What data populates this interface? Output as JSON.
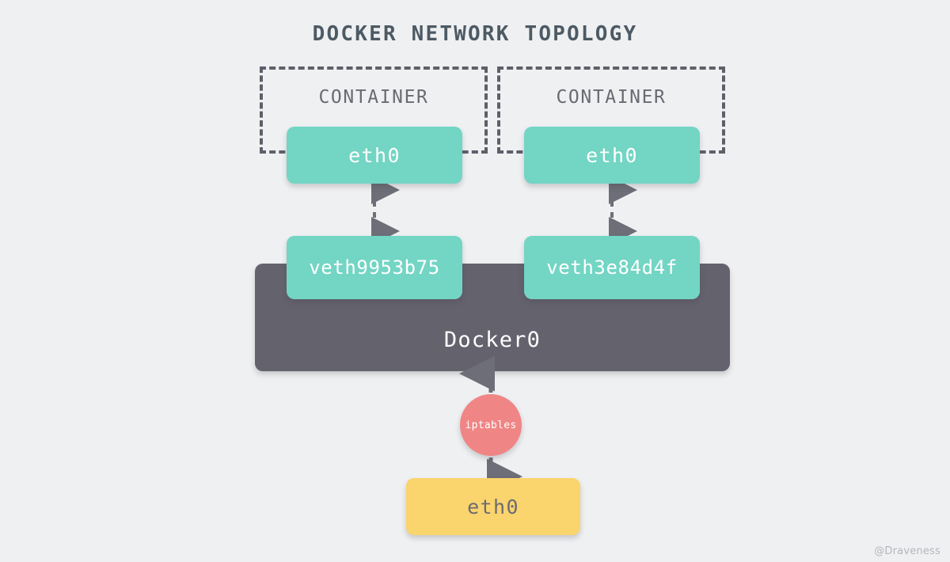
{
  "diagram": {
    "title": "DOCKER NETWORK TOPOLOGY",
    "background_color": "#eff0f2",
    "watermark": "@Draveness"
  },
  "colors": {
    "teal": "#73d5c4",
    "yellow": "#fad46d",
    "bridge_gray": "#64626d",
    "iptables_coral": "#f08585",
    "dash_gray": "#5f5f6a",
    "title_gray": "#4d5a64",
    "label_gray": "#6a6a73",
    "arrow_gray": "#6e6e78",
    "watermark_gray": "#b4b6bc"
  },
  "containers": [
    {
      "label": "CONTAINER",
      "interface": "eth0"
    },
    {
      "label": "CONTAINER",
      "interface": "eth0"
    }
  ],
  "veth_pairs": [
    {
      "name": "veth9953b75"
    },
    {
      "name": "veth3e84d4f"
    }
  ],
  "bridge": {
    "label": "Docker0"
  },
  "firewall": {
    "label": "iptables"
  },
  "host": {
    "interface": "eth0"
  }
}
